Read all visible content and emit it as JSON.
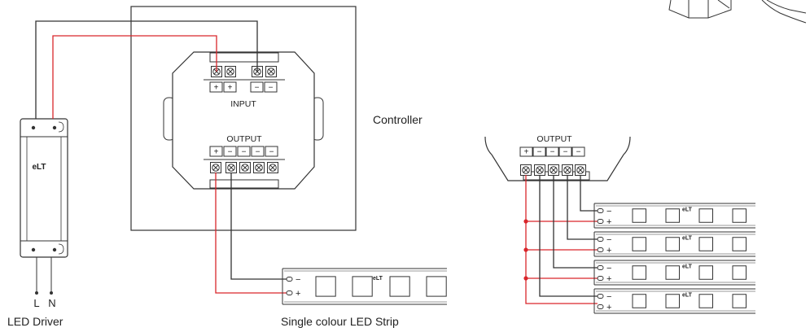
{
  "colors": {
    "positive_wire": "#d9262b",
    "negative_wire": "#333333",
    "outline": "#333333",
    "background": "#ffffff"
  },
  "labels": {
    "controller": "Controller",
    "input": "INPUT",
    "output": "OUTPUT",
    "output_right": "OUTPUT",
    "led_driver": "LED Driver",
    "strip_caption": "Single colour LED Strip",
    "driver_l": "L",
    "driver_n": "N",
    "brand": "eLT",
    "minus": "−",
    "plus": "+"
  },
  "terminals": {
    "input_signs": [
      "+",
      "+",
      "−",
      "−"
    ],
    "output_signs": [
      "+",
      "−",
      "−",
      "−",
      "−"
    ]
  },
  "right_panel": {
    "strip_count": 4
  }
}
